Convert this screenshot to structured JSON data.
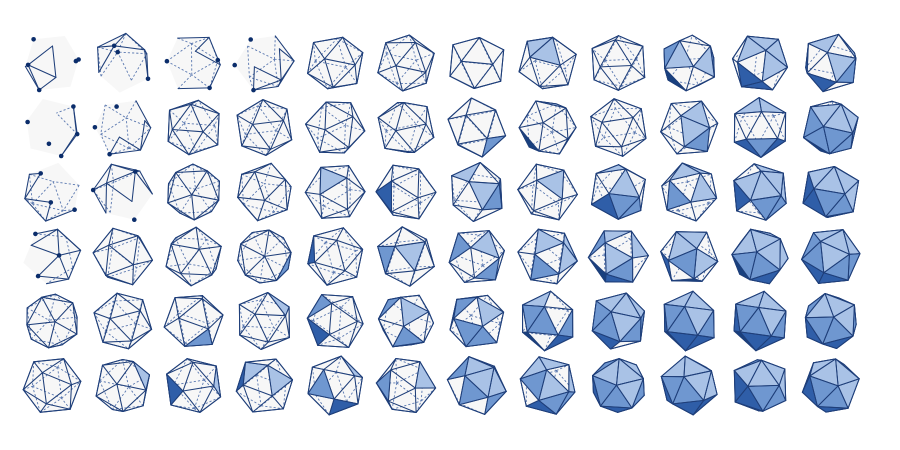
{
  "figure": {
    "rows": 6,
    "columns": 12,
    "colors": {
      "background": "#ffffff",
      "hull_fill": "#f7f7f7",
      "edge": "#1f3f7a",
      "hidden_edge": "#5a78b0",
      "vertex": "#0b2d6b",
      "face_light": "#a9c2e6",
      "face_mid": "#6f97d0",
      "face_dark": "#2f5ea8",
      "face_deep": "#18407f"
    },
    "shading_levels": [
      [
        0,
        0,
        0,
        0,
        0,
        0,
        0,
        2,
        0,
        5,
        6,
        6
      ],
      [
        0,
        0,
        0,
        0,
        0,
        1,
        1,
        3,
        0,
        3,
        5,
        9
      ],
      [
        0,
        0,
        0,
        0,
        1,
        1,
        4,
        1,
        6,
        4,
        8,
        10
      ],
      [
        0,
        0,
        0,
        1,
        1,
        2,
        3,
        4,
        7,
        6,
        10,
        12
      ],
      [
        0,
        0,
        1,
        1,
        2,
        4,
        5,
        6,
        9,
        11,
        12,
        12
      ],
      [
        0,
        1,
        2,
        3,
        3,
        3,
        7,
        8,
        10,
        12,
        12,
        12
      ]
    ],
    "construction_levels": [
      [
        1,
        2,
        2,
        2,
        3,
        3,
        3,
        3,
        3,
        3,
        3,
        3
      ],
      [
        1,
        2,
        3,
        3,
        3,
        3,
        3,
        3,
        3,
        3,
        3,
        3
      ],
      [
        2,
        2,
        3,
        3,
        3,
        3,
        3,
        3,
        3,
        3,
        3,
        3
      ],
      [
        2,
        3,
        3,
        3,
        3,
        3,
        3,
        3,
        3,
        3,
        3,
        3
      ],
      [
        3,
        3,
        3,
        3,
        3,
        3,
        3,
        3,
        3,
        3,
        3,
        3
      ],
      [
        3,
        3,
        3,
        3,
        3,
        3,
        3,
        3,
        3,
        3,
        3,
        3
      ]
    ]
  }
}
